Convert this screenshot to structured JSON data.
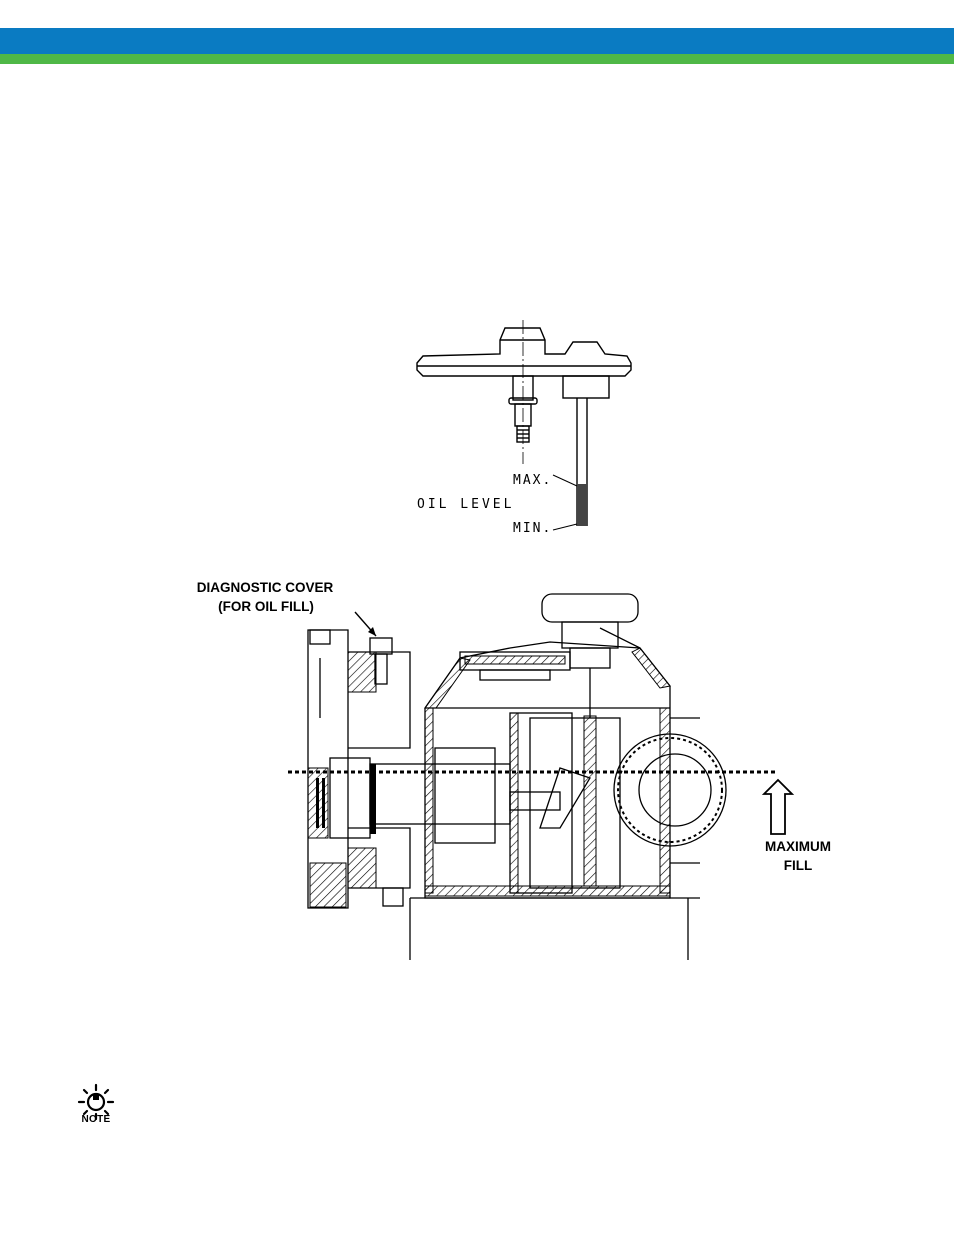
{
  "header": {
    "blue_color": "#0a7bc2",
    "green_color": "#4fb847"
  },
  "dipstick_figure": {
    "max_label": "MAX.",
    "oil_level_label": "OIL LEVEL",
    "min_label": "MIN."
  },
  "mechanism_figure": {
    "callout_line1": "DIAGNOSTIC COVER",
    "callout_line2": "(FOR OIL FILL)",
    "fill_line1": "MAXIMUM",
    "fill_line2": "FILL"
  },
  "note": {
    "icon": "lightbulb-icon",
    "label": "NOTE"
  }
}
